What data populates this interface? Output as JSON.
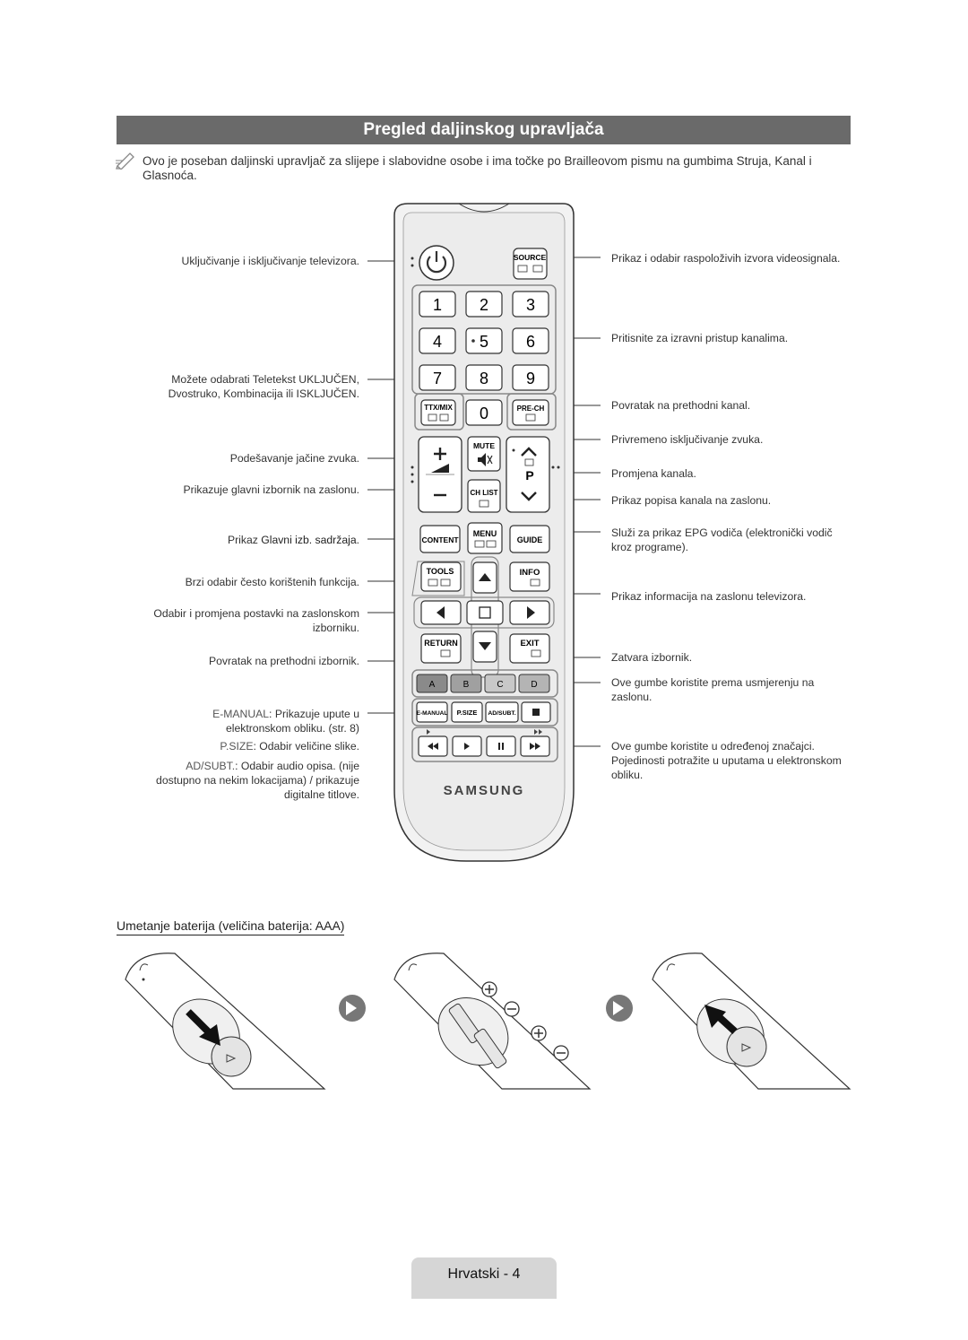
{
  "title": "Pregled daljinskog upravljača",
  "note": "Ovo je poseban daljinski upravljač za slijepe i slabovidne osobe i ima točke po Brailleovom pismu na gumbima Struja, Kanal i Glasnoća.",
  "left_labels": {
    "power": "Uključivanje i isključivanje televizora.",
    "teletext": "Možete odabrati Teletekst UKLJUČEN, Dvostruko, Kombinacija ili ISKLJUČEN.",
    "volume": "Podešavanje jačine zvuka.",
    "menu": "Prikazuje glavni izbornik na zaslonu.",
    "content_prefix": "Prikaz",
    "content_term": "Glavni izb. sadržaja",
    "content_suffix": ".",
    "tools": "Brzi odabir često korištenih funkcija.",
    "navigate": "Odabir i promjena postavki na zaslonskom izborniku.",
    "return": "Povratak na prethodni izbornik.",
    "emanual_term": "E-MANUAL",
    "emanual_desc": ": Prikazuje upute u elektronskom obliku. (str. 8)",
    "psize_term": "P.SIZE",
    "psize_desc": ": Odabir veličine slike.",
    "adsubt_term": "AD/SUBT.",
    "adsubt_desc": ": Odabir audio opisa. (nije dostupno na nekim lokacijama) / prikazuje digitalne titlove."
  },
  "right_labels": {
    "source": "Prikaz i odabir raspoloživih izvora videosignala.",
    "numbers": "Pritisnite za izravni pristup kanalima.",
    "prech": "Povratak na prethodni kanal.",
    "mute": "Privremeno isključivanje zvuka.",
    "channel": "Promjena kanala.",
    "chlist": "Prikaz popisa kanala na zaslonu.",
    "guide": "Služi za prikaz EPG vodiča (elektronički vodič kroz programe).",
    "info": "Prikaz informacija na zaslonu televizora.",
    "exit": "Zatvara izbornik.",
    "colors": "Ove gumbe koristite prema usmjerenju na zaslonu.",
    "media": "Ove gumbe koristite u određenoj značajci. Pojedinosti potražite u uputama u elektronskom obliku."
  },
  "remote": {
    "source": "SOURCE",
    "digits": [
      "1",
      "2",
      "3",
      "4",
      "5",
      "6",
      "7",
      "8",
      "9"
    ],
    "zero": "0",
    "ttx": "TTX/MIX",
    "prech": "PRE-CH",
    "mute": "MUTE",
    "chlist": "CH LIST",
    "p": "P",
    "content": "CONTENT",
    "menu": "MENU",
    "guide": "GUIDE",
    "tools": "TOOLS",
    "info": "INFO",
    "return": "RETURN",
    "exit": "EXIT",
    "colors": [
      "A",
      "B",
      "C",
      "D"
    ],
    "emanual": "E-MANUAL",
    "psize": "P.SIZE",
    "adsubt": "AD/SUBT.",
    "brand": "SAMSUNG"
  },
  "battery_heading": "Umetanje baterija (veličina baterija: AAA)",
  "footer": "Hrvatski - 4",
  "icons": [
    "pencil-note-icon",
    "power-icon",
    "mute-speaker-icon",
    "arrow-right-circle-icon"
  ]
}
